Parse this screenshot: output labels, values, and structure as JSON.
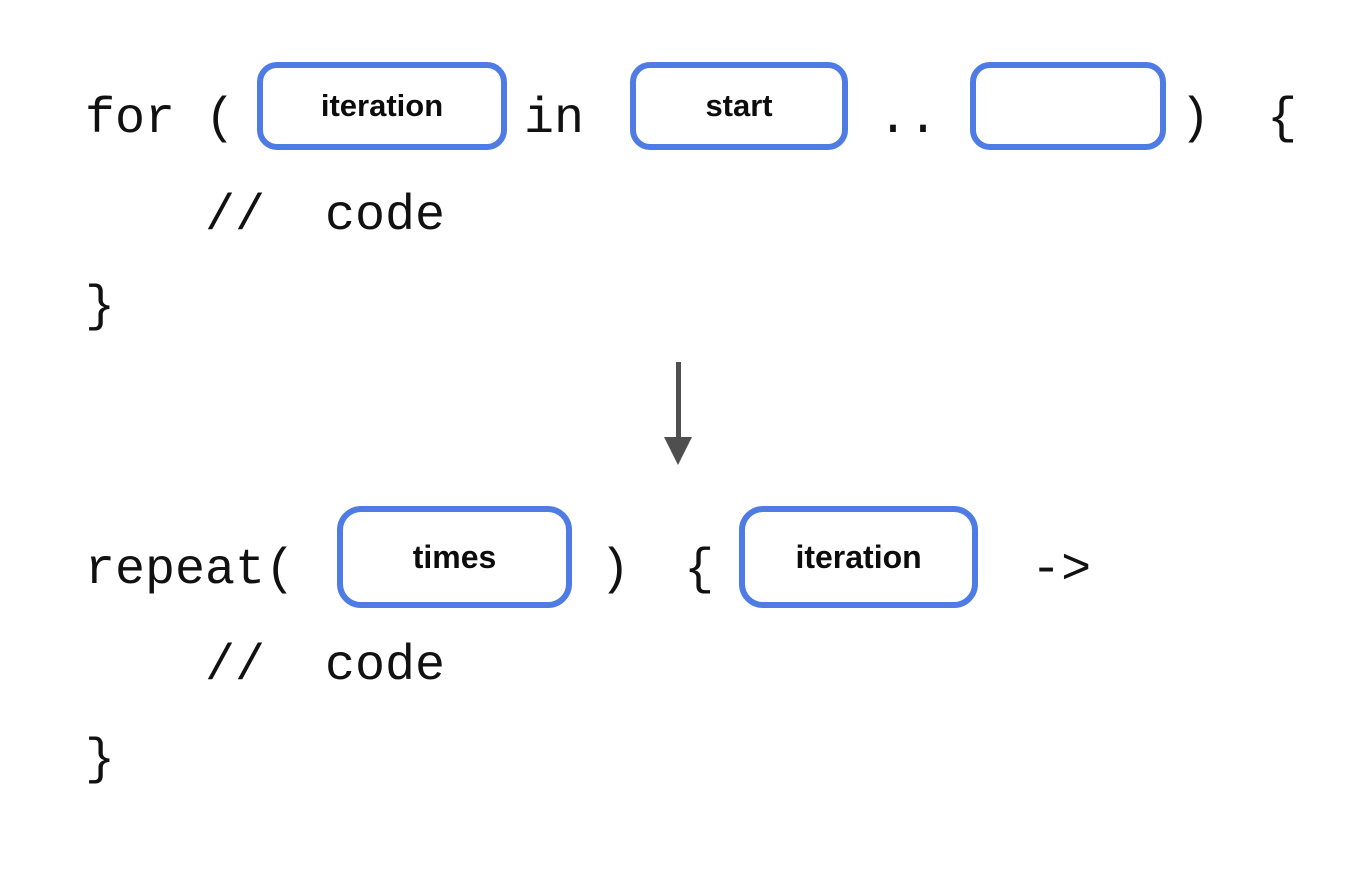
{
  "diagram": {
    "before": {
      "keyword": "for (",
      "slot_iteration": "iteration",
      "in_keyword": "in",
      "slot_start": "start",
      "range_operator": "..",
      "close_paren": ")",
      "open_brace": "{",
      "comment": "//  code",
      "close_brace": "}"
    },
    "arrow_icon": "down-arrow",
    "after": {
      "keyword": "repeat(",
      "slot_times": "times",
      "close_paren": ")",
      "open_brace": "{",
      "slot_iteration": "iteration",
      "lambda_arrow": "->",
      "comment": "//  code",
      "close_brace": "}"
    }
  },
  "colors": {
    "slot_border": "#4e7ce4",
    "code_text": "#111111",
    "slot_text": "#0c0c0c",
    "arrow": "#4f4f4f",
    "background": "#ffffff"
  }
}
